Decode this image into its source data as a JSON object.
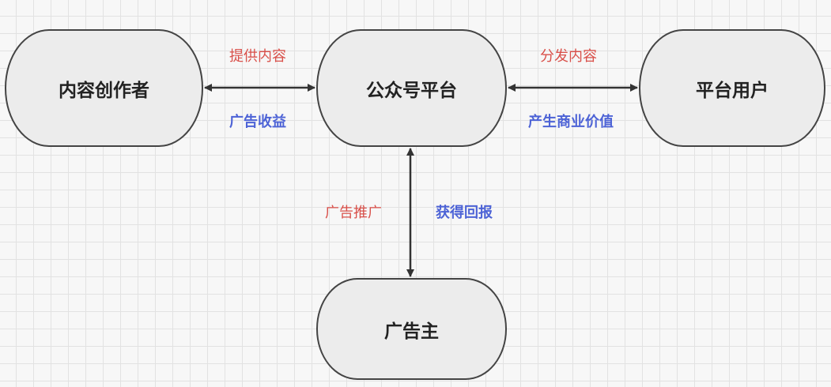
{
  "nodes": {
    "creator": "内容创作者",
    "platform": "公众号平台",
    "users": "平台用户",
    "advertiser": "广告主"
  },
  "edges": {
    "creator_platform": {
      "top_label": "提供内容",
      "bottom_label": "广告收益"
    },
    "platform_users": {
      "top_label": "分发内容",
      "bottom_label": "产生商业价值"
    },
    "platform_advertiser": {
      "left_label": "广告推广",
      "right_label": "获得回报"
    }
  },
  "colors": {
    "red_label": "#d9504a",
    "blue_label": "#4d63d6",
    "node_fill": "#ececec",
    "node_stroke": "#444444",
    "arrow": "#333333"
  }
}
